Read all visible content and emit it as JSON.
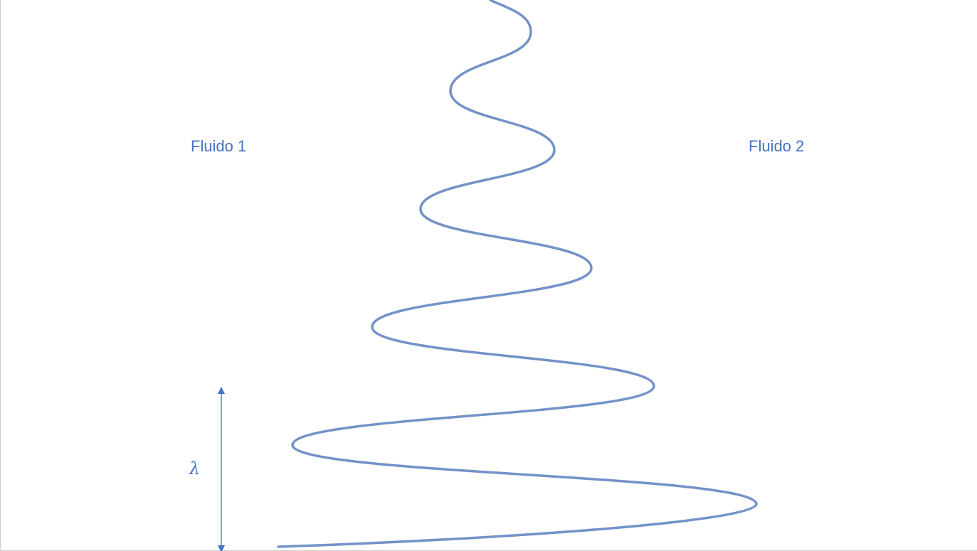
{
  "labels": {
    "left_fluid": "Fluido 1",
    "right_fluid": "Fluido 2",
    "wavelength_symbol": "λ"
  },
  "colors": {
    "interface_curve": "#7392c8",
    "text": "#4472c4",
    "arrow": "#4472c4"
  }
}
